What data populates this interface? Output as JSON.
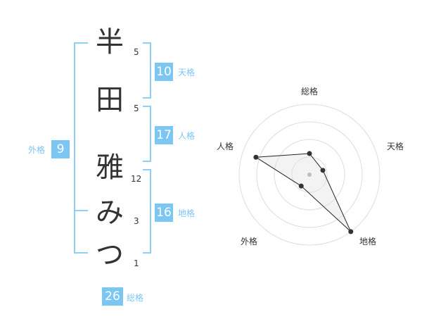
{
  "name": {
    "chars": [
      {
        "char": "半",
        "strokes": "5"
      },
      {
        "char": "田",
        "strokes": "5"
      },
      {
        "char": "雅",
        "strokes": "12"
      },
      {
        "char": "み",
        "strokes": "3"
      },
      {
        "char": "つ",
        "strokes": "1"
      }
    ]
  },
  "kaku": {
    "tenkaku": {
      "value": "10",
      "label": "天格"
    },
    "jinkaku": {
      "value": "17",
      "label": "人格"
    },
    "chikaku": {
      "value": "16",
      "label": "地格"
    },
    "gaikaku": {
      "value": "9",
      "label": "外格"
    },
    "soukaku": {
      "value": "26",
      "label": "総格"
    }
  },
  "colors": {
    "accent": "#7cc6f3",
    "bracket": "#8dcff5",
    "text": "#333333"
  },
  "chart_data": {
    "type": "radar",
    "axes": [
      "総格",
      "天格",
      "地格",
      "外格",
      "人格"
    ],
    "values": [
      0.3,
      0.2,
      1.0,
      0.2,
      0.8
    ],
    "rings": 4
  }
}
